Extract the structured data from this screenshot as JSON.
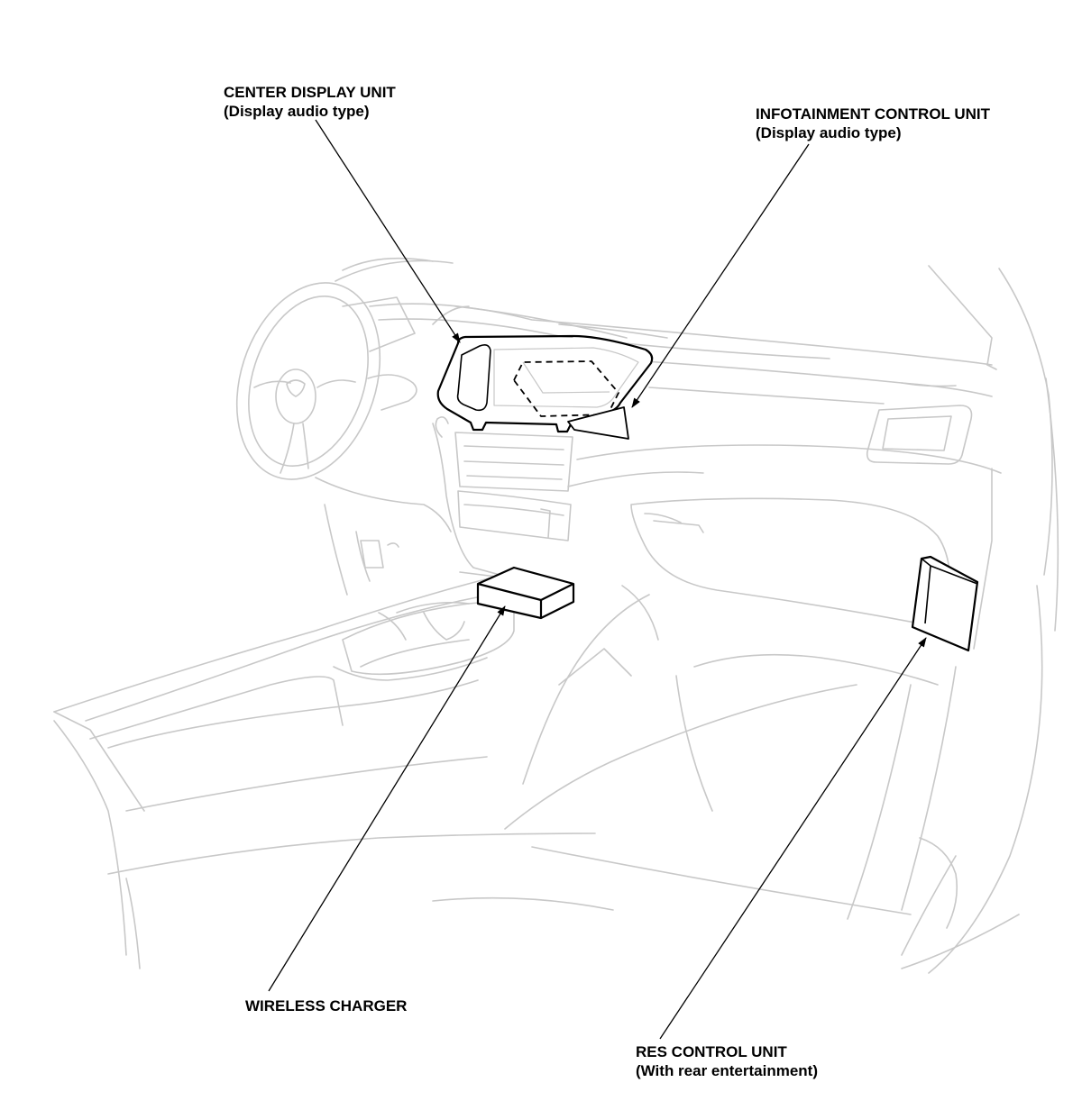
{
  "callouts": {
    "center_display": {
      "title": "CENTER DISPLAY UNIT",
      "subtitle": "(Display audio type)"
    },
    "infotainment": {
      "title": "INFOTAINMENT CONTROL UNIT",
      "subtitle": "(Display audio type)"
    },
    "wireless_charger": {
      "title": "WIRELESS CHARGER"
    },
    "res_control": {
      "title": "RES CONTROL UNIT",
      "subtitle": "(With rear entertainment)"
    }
  },
  "colors": {
    "outline": "#c8c8c8",
    "highlight": "#000000",
    "background": "#ffffff"
  }
}
